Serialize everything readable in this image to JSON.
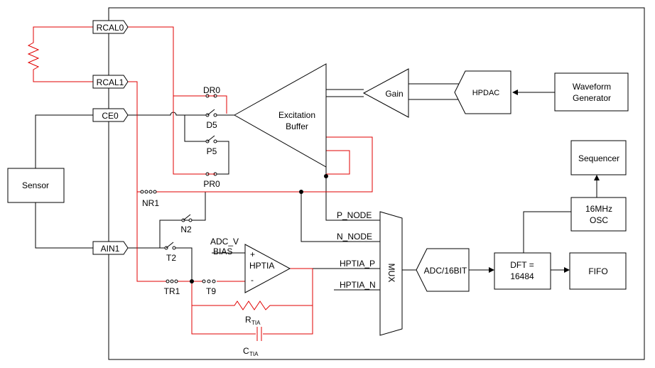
{
  "pins": {
    "rcal0": "RCAL0",
    "rcal1": "RCAL1",
    "ce0": "CE0",
    "ain1": "AIN1"
  },
  "blocks": {
    "sensor": "Sensor",
    "excitation_buffer": [
      "Excitation",
      "Buffer"
    ],
    "gain": "Gain",
    "hpdac": "HPDAC",
    "waveform_generator": [
      "Waveform",
      "Generator"
    ],
    "sequencer": "Sequencer",
    "osc": [
      "16MHz",
      "OSC"
    ],
    "adc": "ADC/16BIT",
    "dft": [
      "DFT =",
      "16484"
    ],
    "fifo": "FIFO",
    "mux": "MUX",
    "hptia": "HPTIA"
  },
  "switches": {
    "dr0": "DR0",
    "d5": "D5",
    "p5": "P5",
    "pr0": "PR0",
    "nr1": "NR1",
    "n2": "N2",
    "t2": "T2",
    "tr1": "TR1",
    "t9": "T9"
  },
  "signals": {
    "p_node": "P_NODE",
    "n_node": "N_NODE",
    "hptia_p": "HPTIA_P",
    "hptia_n": "HPTIA_N",
    "adc_v": "ADC_V",
    "bias": "BIAS",
    "plus": "+",
    "minus": "-"
  },
  "components": {
    "r_tia_base": "R",
    "r_tia_sub": "TIA",
    "c_tia_base": "C",
    "c_tia_sub": "TIA"
  },
  "colors": {
    "wire": "#000000",
    "red_wire": "#e00000"
  }
}
